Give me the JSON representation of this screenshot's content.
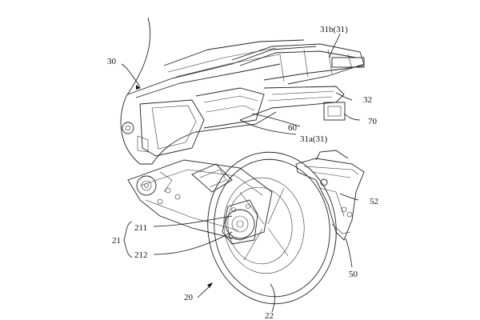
{
  "figure": {
    "labels": {
      "l30": "30",
      "l31b": "31b(31)",
      "l32": "32",
      "l70": "70",
      "l60": "60",
      "l31a": "31a(31)",
      "l52": "52",
      "l211": "211",
      "l21": "21",
      "l212": "212",
      "l50": "50",
      "l20": "20",
      "l22": "22"
    }
  }
}
